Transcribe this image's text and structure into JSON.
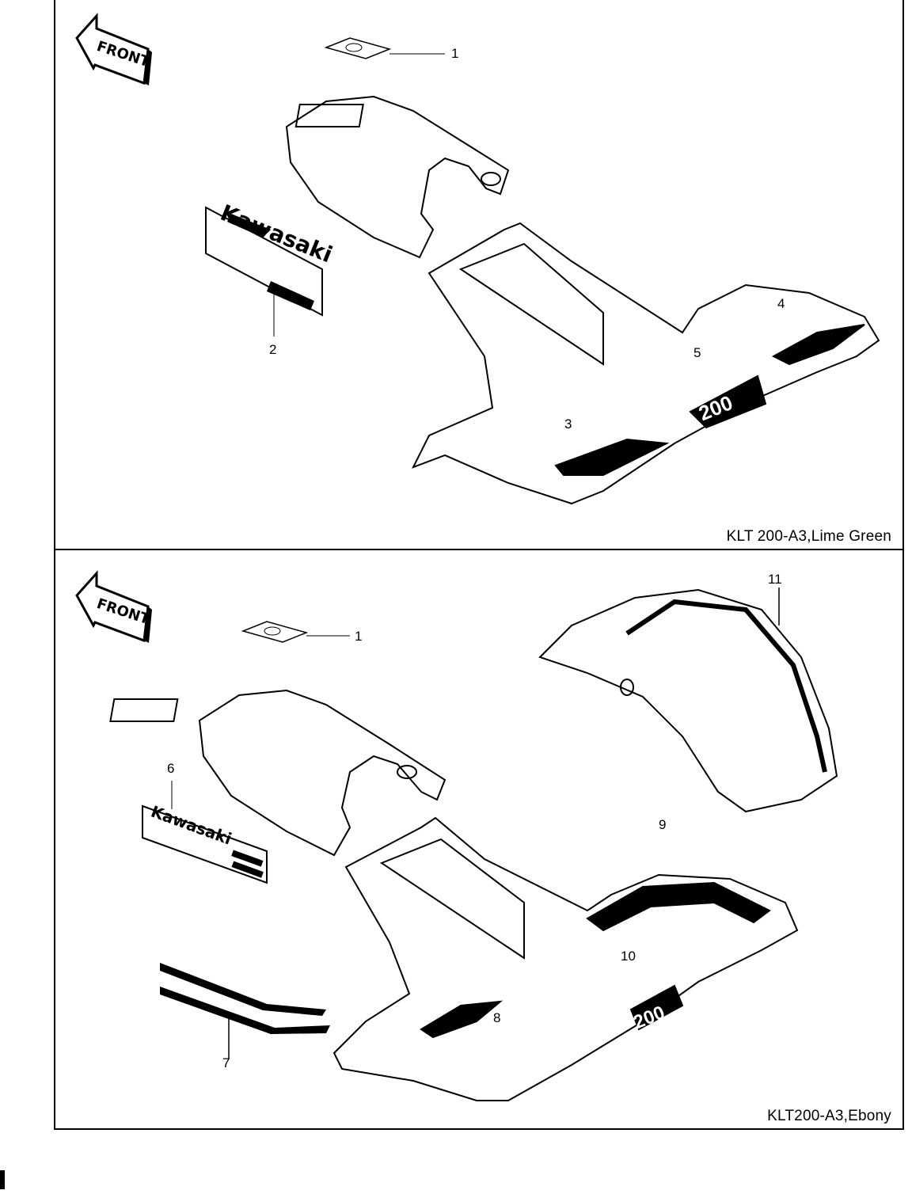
{
  "top_panel": {
    "caption": "KLT 200-A3,Lime Green",
    "front_badge": "FRONT",
    "decal_logo_text": "Kawasaki",
    "model_decal_text": "200",
    "callouts": [
      "1",
      "2",
      "3",
      "4",
      "5"
    ]
  },
  "bottom_panel": {
    "caption": "KLT200-A3,Ebony",
    "front_badge": "FRONT",
    "decal_logo_text": "Kawasaki",
    "model_decal_text": "200",
    "callouts": [
      "1",
      "6",
      "7",
      "8",
      "9",
      "10",
      "11"
    ]
  }
}
